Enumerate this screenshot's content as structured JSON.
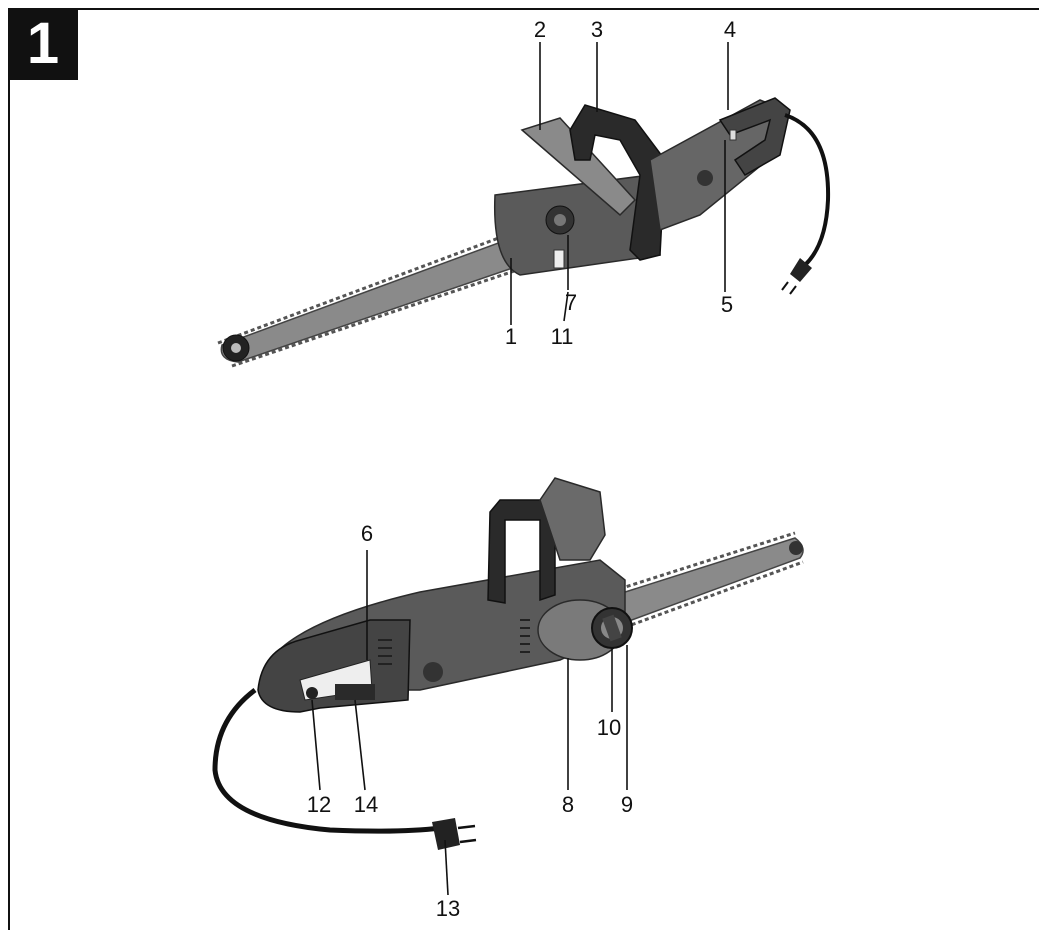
{
  "figure": {
    "number": "1"
  },
  "callouts": {
    "c1": "1",
    "c2": "2",
    "c3": "3",
    "c4": "4",
    "c5": "5",
    "c6": "6",
    "c7": "7",
    "c8": "8",
    "c9": "9",
    "c10": "10",
    "c11": "11",
    "c12": "12",
    "c13": "13",
    "c14": "14"
  },
  "colors": {
    "body": "#5a5a5a",
    "dark": "#2a2a2a",
    "light": "#9a9a9a",
    "chain": "#7a7a7a"
  }
}
